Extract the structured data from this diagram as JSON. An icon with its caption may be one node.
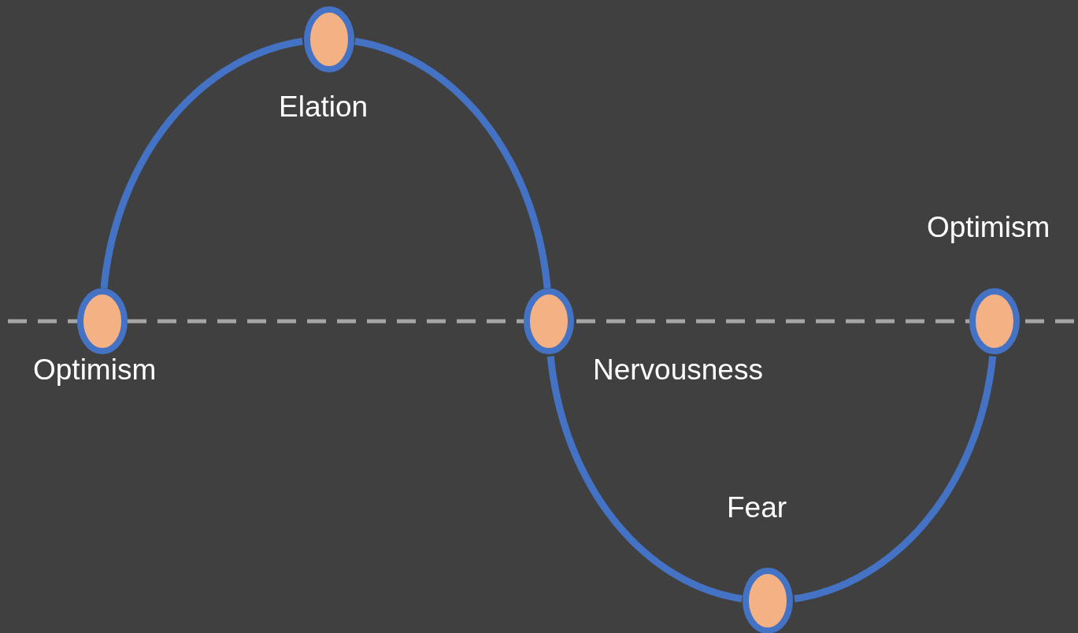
{
  "diagram": {
    "nodes": [
      {
        "text": [
          "Optimism"
        ]
      },
      {
        "text": [
          "Elation"
        ]
      },
      {
        "text": [
          "Nervousness"
        ]
      },
      {
        "text": [
          "Fear"
        ]
      },
      {
        "text": [
          "Optimism"
        ]
      }
    ],
    "edges": [
      {
        "from": 0,
        "to": 1,
        "arrow": "none"
      },
      {
        "from": 1,
        "to": 2,
        "arrow": "none"
      },
      {
        "from": 2,
        "to": 3,
        "arrow": "none"
      },
      {
        "from": 3,
        "to": 4,
        "arrow": "none"
      }
    ]
  }
}
